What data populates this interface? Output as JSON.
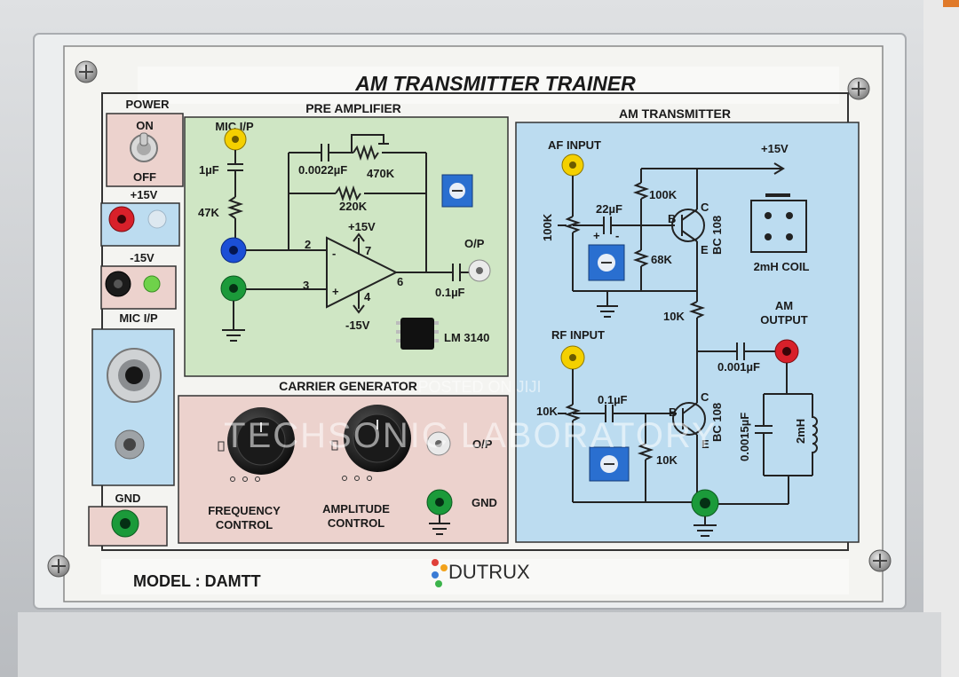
{
  "title": "AM TRANSMITTER TRAINER",
  "model": "MODEL : DAMTT",
  "brand": "DUTRUX",
  "watermark": {
    "posted": "POSTED ON JIJI",
    "lab": "TECHSONIC LABORATORY"
  },
  "colors": {
    "green_panel": "#cfe6c4",
    "blue_panel": "#bcdcf0",
    "pink_panel": "#ecd2cd",
    "accent_brand": "#3a7bd5"
  },
  "power": {
    "title": "POWER",
    "on": "ON",
    "off": "OFF"
  },
  "supply": {
    "plus": "+15V",
    "minus": "-15V"
  },
  "mic": {
    "title": "MIC I/P"
  },
  "gnd": {
    "title": "GND"
  },
  "pre_amp": {
    "title": "PRE AMPLIFIER",
    "mic_input": "MIC I/P",
    "c_in": "1µF",
    "r_in": "47K",
    "c_fb": "0.0022µF",
    "r_pot": "470K",
    "r_fb": "220K",
    "vcc": "+15V",
    "vee": "-15V",
    "pin2": "2",
    "pin3": "3",
    "pin4": "4",
    "pin6": "6",
    "pin7": "7",
    "op": "O/P",
    "c_out": "0.1µF",
    "ic": "LM 3140"
  },
  "carrier": {
    "title": "CARRIER GENERATOR",
    "freq_1": "FREQUENCY",
    "freq_2": "CONTROL",
    "amp_1": "AMPLITUDE",
    "amp_2": "CONTROL",
    "op": "O/P",
    "gnd": "GND"
  },
  "am_tx": {
    "title": "AM TRANSMITTER",
    "af_input": "AF INPUT",
    "vcc": "+15V",
    "r_100k_left": "100K",
    "r_100k_top": "100K",
    "c_22u": "22µF",
    "plus": "+",
    "minus": "-",
    "b": "B",
    "c": "C",
    "e": "E",
    "transistor": "BC 108",
    "r_68k": "68K",
    "coil": "2mH COIL",
    "r_10k_mid": "10K",
    "am_out_1": "AM",
    "am_out_2": "OUTPUT",
    "c_0001": "0.001µF",
    "rf_input": "RF INPUT",
    "r_10k_left": "10K",
    "c_01": "0.1µF",
    "b2": "B",
    "c2": "C",
    "e2": "E",
    "transistor2": "BC 108",
    "r_10k_low": "10K",
    "c_00015": "0.0015µF",
    "l_2mh": "2mH"
  }
}
